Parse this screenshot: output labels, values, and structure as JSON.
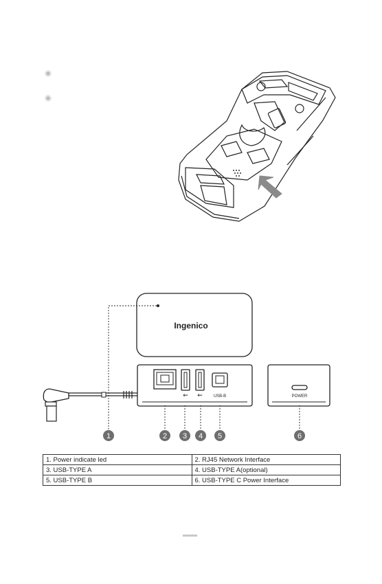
{
  "bullets": [
    {
      "icon": "bullet-icon"
    },
    {
      "icon": "bullet-icon"
    }
  ],
  "dock": {
    "logo_text": "Ingenico",
    "usb_a_symbol": "⇜",
    "usb_b_label": "USB-B",
    "power_label": "POWER",
    "rj45_label": "⊞"
  },
  "callouts": [
    "1",
    "2",
    "3",
    "4",
    "5",
    "6"
  ],
  "spec_table": {
    "rows": [
      [
        "1. Power indicate led",
        "2. RJ45 Network Interface"
      ],
      [
        "3. USB-TYPE A",
        "4. USB-TYPE A(optional)"
      ],
      [
        "5. USB-TYPE B",
        "6. USB-TYPE C Power Interface"
      ]
    ]
  }
}
